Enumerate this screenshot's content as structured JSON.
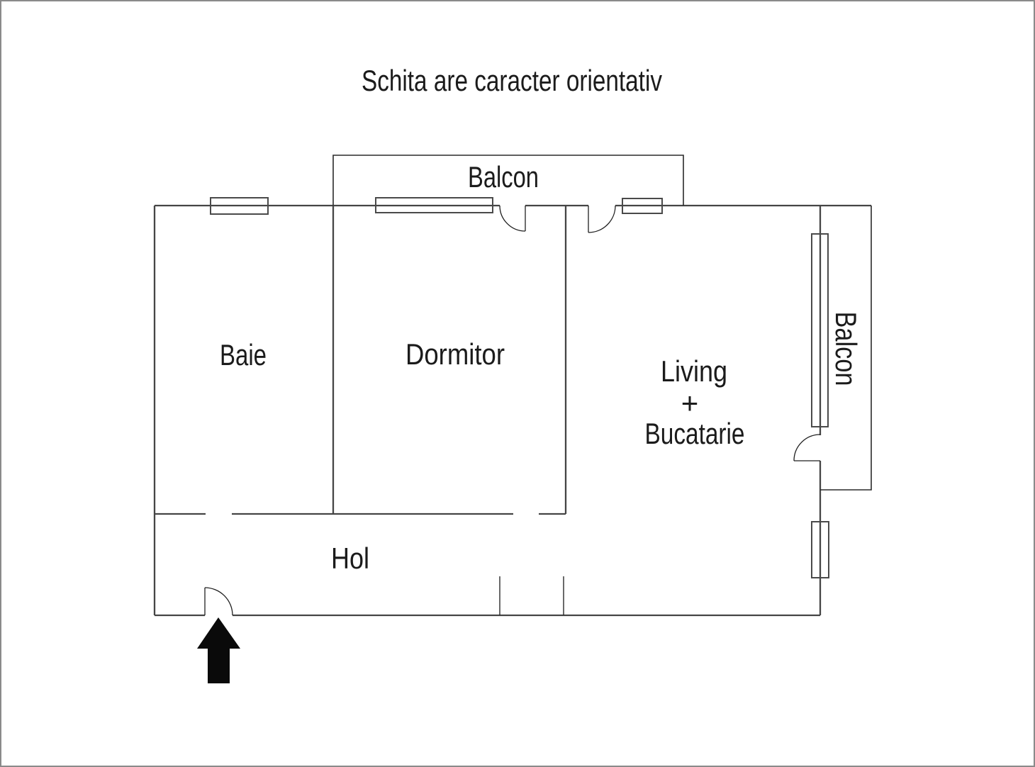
{
  "title": "Schita are caracter orientativ",
  "rooms": {
    "balcon_top": "Balcon",
    "baie": "Baie",
    "dormitor": "Dormitor",
    "living_line1": "Living",
    "living_line2": "+",
    "living_line3": "Bucatarie",
    "hol": "Hol",
    "balcon_right": "Balcon"
  },
  "icons": {
    "entrance_arrow": "up-arrow"
  },
  "colors": {
    "wall": "#454545",
    "window": "#4a4a4a",
    "door": "#1f1f1f",
    "text": "#1b1b1b",
    "frame": "#8a8a8a",
    "background": "#ffffff",
    "arrow": "#0a0a0a"
  }
}
